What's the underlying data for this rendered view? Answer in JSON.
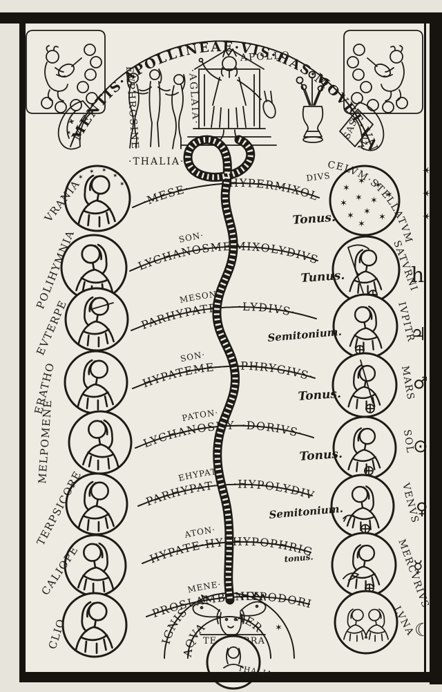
{
  "banner": {
    "text": "MENTIS·APOLLINEAE·VIS·HAS·MOVET·VNDIQVE",
    "fold_a": "SAS",
    "fold_b": "MV"
  },
  "apollo": {
    "label": "APOLLO"
  },
  "graces": {
    "left": "EVPHROSINE",
    "right": "·AGLAIA·",
    "bottom": "·THALIA·"
  },
  "muses": [
    "VRANIA",
    "POLIHYMNIA",
    "EVTERPE",
    "ERATHO",
    "MELPOMENE",
    "TERPSICORE",
    "CALIOPE",
    "CLIO"
  ],
  "rows": [
    {
      "string": "·MESE·",
      "mode": "HYPERMIXOLY",
      "mode_sup": "DIVS",
      "interval": "Tonus."
    },
    {
      "upper": "SON·",
      "string": "LYCHANOSME",
      "mode": "MIXOLYDIVS",
      "interval": "Tunus."
    },
    {
      "upper": "MESON·",
      "string": "PARHYPATE",
      "mode": "·LYDIVS·",
      "interval": "Semitonium."
    },
    {
      "upper": "SON·",
      "string": "HYPATEME",
      "mode": "·PHRYGIVS·",
      "interval": "Tonus."
    },
    {
      "upper": "PATON·",
      "string": "LYCHANOSHY",
      "mode": "·DORIVS·",
      "interval": "Tonus."
    },
    {
      "upper": "EHYPATO",
      "string": "PARHYPAT",
      "mode": "·HYPOLYDIVS",
      "interval": "Semitonium."
    },
    {
      "upper": "ATON·",
      "string": "HYPATE·HYP",
      "mode": "HYPOPHRIGIVS",
      "interval": "tonus."
    },
    {
      "upper": "MENE·",
      "string": "PROSLAMBANO",
      "mode": "HYPODORIVS·"
    }
  ],
  "planets": [
    {
      "label": "CELVM·STELLATVM",
      "symbol": "✶ ✶ ✶"
    },
    {
      "label": "SATVRNI",
      "symbol": "h"
    },
    {
      "label": "IVPITR",
      "symbol": "♃"
    },
    {
      "label": "MARS",
      "symbol": "♂"
    },
    {
      "label": "SOL",
      "symbol": "⊙"
    },
    {
      "label": "VENVS",
      "symbol": "♀"
    },
    {
      "label": "MERCVRIVS",
      "symbol": "☿"
    },
    {
      "label": "LVNA",
      "symbol": "☾"
    }
  ],
  "bottom": {
    "fire": "IGNIS·",
    "air": "AER",
    "aqua": "AQVA",
    "terra_left": "TE",
    "terra_right": "RRA",
    "thalia": "THALIA·"
  },
  "glyphs": {
    "star": "✶",
    "cross": "✚"
  },
  "colors": {
    "ink": "#1d1b16",
    "paper": "#edebe2"
  }
}
